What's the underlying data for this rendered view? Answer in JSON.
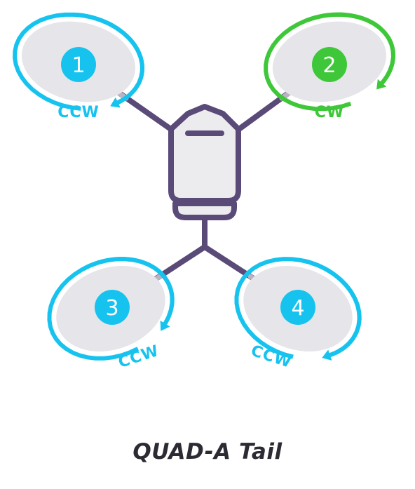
{
  "title": "QUAD-A Tail",
  "colors": {
    "ccw": "#16c3ef",
    "cw": "#3fc73a",
    "frame": "#5a4a78",
    "frame_fill": "#ececef",
    "prop_fill": "#e6e6ea",
    "arm_to_motor": "#b9b4c4"
  },
  "motors": [
    {
      "number": "1",
      "direction": "CCW",
      "color_key": "ccw"
    },
    {
      "number": "2",
      "direction": "CW",
      "color_key": "cw"
    },
    {
      "number": "3",
      "direction": "CCW",
      "color_key": "ccw"
    },
    {
      "number": "4",
      "direction": "CCW",
      "color_key": "ccw"
    }
  ]
}
